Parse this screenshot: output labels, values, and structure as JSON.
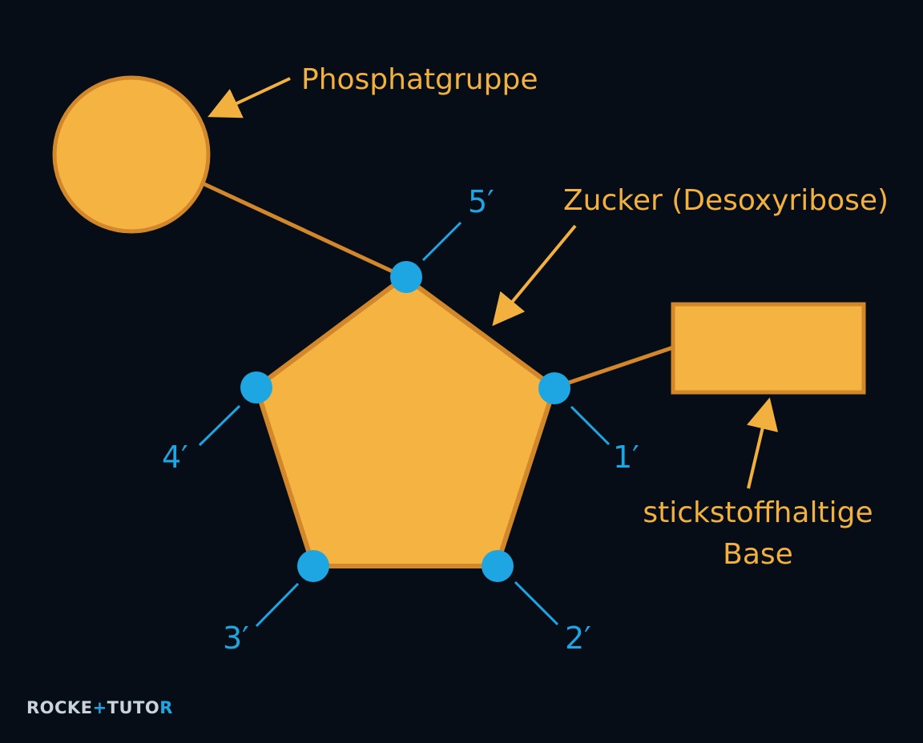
{
  "labels": {
    "phosphate": "Phosphatgruppe",
    "sugar": "Zucker (Desoxyribose)",
    "base_line1": "stickstoffhaltige",
    "base_line2": "Base"
  },
  "carbons": {
    "c1": "1′",
    "c2": "2′",
    "c3": "3′",
    "c4": "4′",
    "c5": "5′"
  },
  "brand": {
    "part1": "ROCKE",
    "plus": "+",
    "part2": "TUTO",
    "part3": "R"
  },
  "colors": {
    "background": "#060d17",
    "molecule_fill": "#f5b342",
    "molecule_stroke": "#d1872a",
    "node_blue": "#1ea6e3",
    "label_orange": "#f2b13f",
    "brand_gray": "#c9d3dd",
    "brand_blue": "#1ea6e3"
  },
  "icons": {
    "phosphate": "circle-shape",
    "sugar": "pentagon-shape",
    "base": "rectangle-shape",
    "carbon": "dot-marker"
  }
}
